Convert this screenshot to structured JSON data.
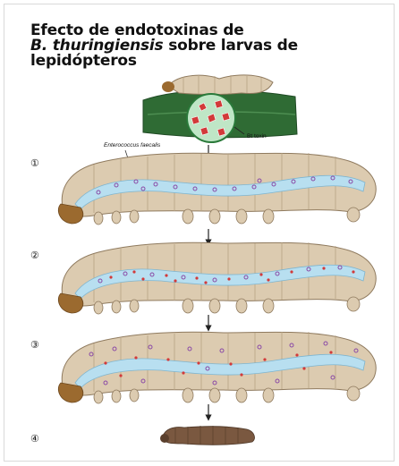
{
  "title": {
    "line1": "Efecto de endotoxinas de",
    "species": "B. thuringiensis",
    "line2_rest": " sobre larvas de",
    "line3": "lepidópteros"
  },
  "labels": {
    "toxin": "Bt toxin",
    "bacteria": "Enterococcus faecalis"
  },
  "steps": [
    "①",
    "②",
    "③",
    "④"
  ],
  "colors": {
    "body": "#dccbb0",
    "gut": "#b8dff0",
    "bacteria": "#8a4aa6",
    "toxin": "#d23a3a",
    "leaf": "#2f6b34",
    "head": "#9b6a2f",
    "dead": "#7a5840"
  }
}
